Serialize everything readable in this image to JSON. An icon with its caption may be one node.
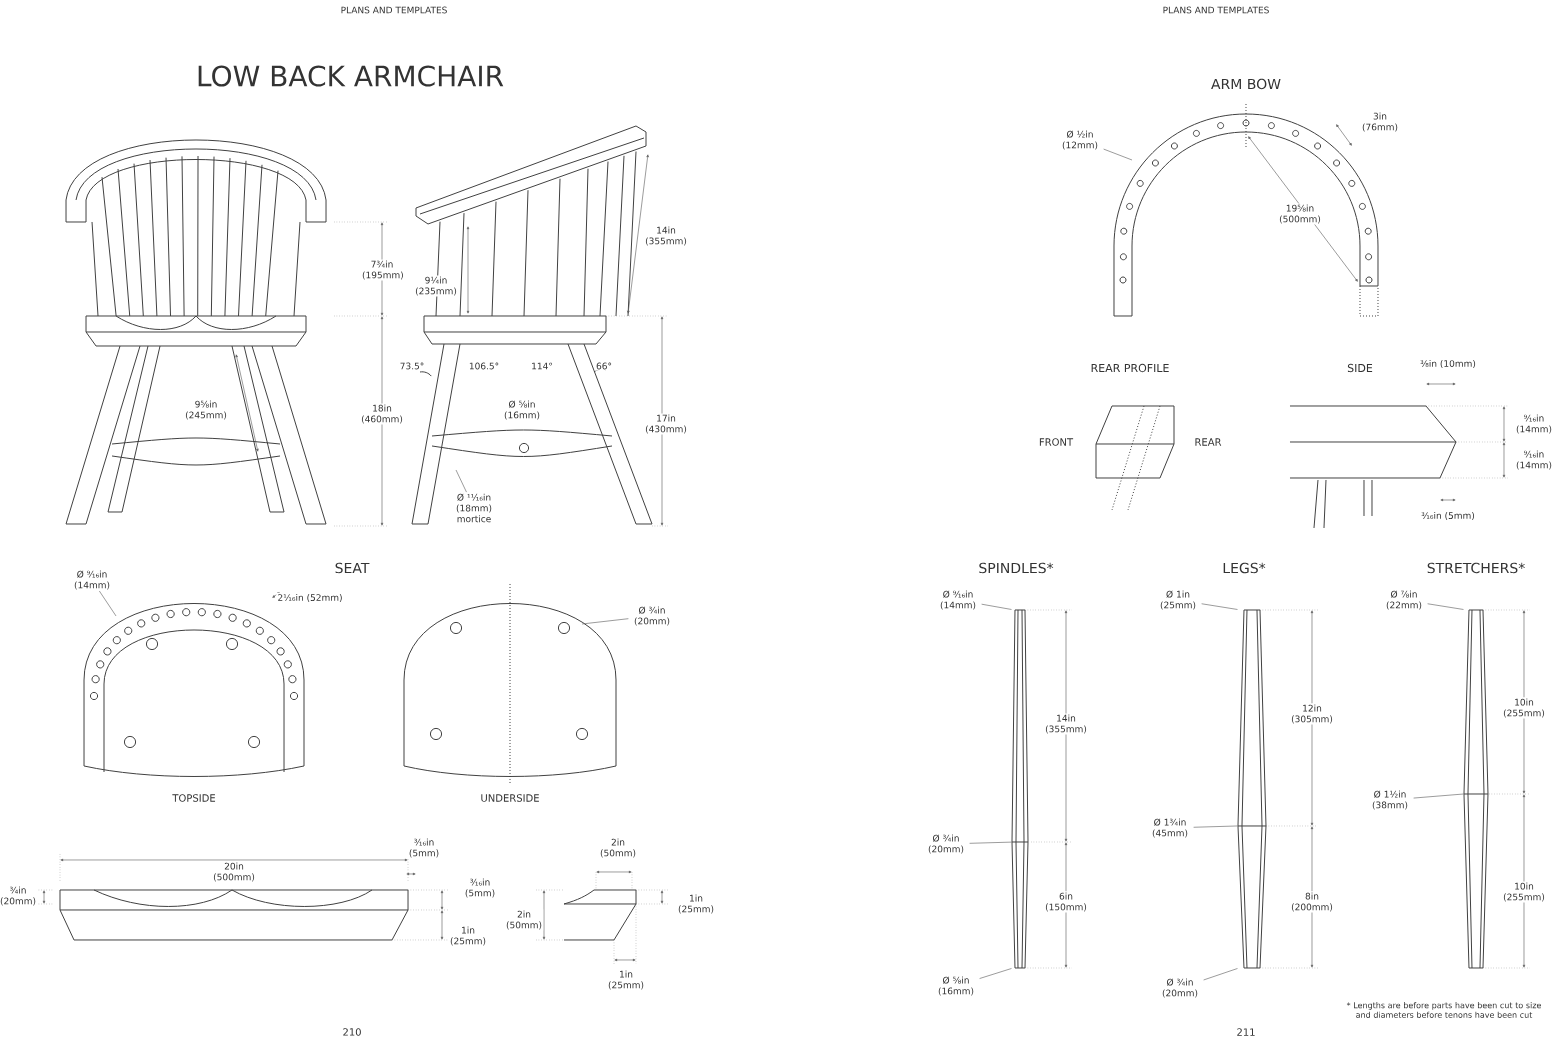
{
  "diagram": {
    "title": "LOW BACK ARMCHAIR",
    "nodes": [
      {
        "text": [
          "Ø ¹¹⁄₁₆in (18mm) mortice"
        ]
      },
      {
        "text": [
          "Ø ⁹⁄₁₆in (14mm)"
        ]
      },
      {
        "text": [
          "Ø ¾in (20mm)"
        ]
      },
      {
        "text": [
          "Ø ½in (12mm)"
        ]
      },
      {
        "text": [
          "Ø ⁹⁄₁₆in (14mm)"
        ]
      },
      {
        "text": [
          "Ø ¾in (20mm)"
        ]
      },
      {
        "text": [
          "Ø ⅝in (16mm)"
        ]
      },
      {
        "text": [
          "Ø 1in (25mm)"
        ]
      },
      {
        "text": [
          "Ø 1¾in (45mm)"
        ]
      },
      {
        "text": [
          "Ø ¾in (20mm)"
        ]
      },
      {
        "text": [
          "Ø ⅞in (22mm)"
        ]
      },
      {
        "text": [
          "Ø 1½in (38mm)"
        ]
      },
      {
        "text": [],
        "shape": "picture"
      },
      {
        "text": [],
        "shape": "picture"
      },
      {
        "text": [],
        "shape": "picture"
      }
    ],
    "edges": [
      {
        "from": 0,
        "to": null,
        "arrow": "none"
      },
      {
        "from": 1,
        "to": null,
        "arrow": "none"
      },
      {
        "from": 2,
        "to": null,
        "arrow": "none"
      },
      {
        "from": 3,
        "to": null,
        "arrow": "none"
      },
      {
        "from": 4,
        "to": 12,
        "arrow": "none"
      },
      {
        "from": 5,
        "to": 12,
        "arrow": "none"
      },
      {
        "from": 6,
        "to": 12,
        "arrow": "none"
      },
      {
        "from": 7,
        "to": 13,
        "arrow": "none"
      },
      {
        "from": 8,
        "to": 13,
        "arrow": "none"
      },
      {
        "from": 9,
        "to": 13,
        "arrow": "none"
      },
      {
        "from": 10,
        "to": 14,
        "arrow": "none"
      },
      {
        "from": 11,
        "to": 14,
        "arrow": "none"
      }
    ],
    "labels": [
      "PLANS AND TEMPLATES",
      "7¾in (195mm)",
      "9⅝in (245mm)",
      "18in (460mm)",
      "9¼in (235mm)",
      "14in (355mm)",
      "73.5°",
      "106.5°",
      "114°",
      "66°",
      "Ø ⅝in (16mm)",
      "17in (430mm)",
      "SEAT",
      "2¹⁄₁₆in (52mm)",
      "TOPSIDE",
      "UNDERSIDE",
      "³⁄₁₆in (5mm)",
      "20in (500mm)",
      "³⁄₁₆in (5mm)",
      "¾in (20mm)",
      "1in (25mm)",
      "2in (50mm)",
      "1in (25mm)",
      "2in (50mm)",
      "1in (25mm)",
      "210",
      "PLANS AND TEMPLATES",
      "ARM BOW",
      "3in (76mm)",
      "19⅝in (500mm)",
      "REAR PROFILE",
      "SIDE",
      "⅜in (10mm)",
      "FRONT",
      "REAR",
      "⁹⁄₁₆in (14mm)",
      "⁹⁄₁₆in (14mm)",
      "³⁄₁₆in (5mm)",
      "SPINDLES*",
      "LEGS*",
      "STRETCHERS*",
      "14in (355mm)",
      "6in (150mm)",
      "12in (305mm)",
      "8in (200mm)",
      "10in (255mm)",
      "10in (255mm)",
      "* Lengths are before parts have been cut to size and diameters before tenons have been cut",
      "211"
    ]
  }
}
